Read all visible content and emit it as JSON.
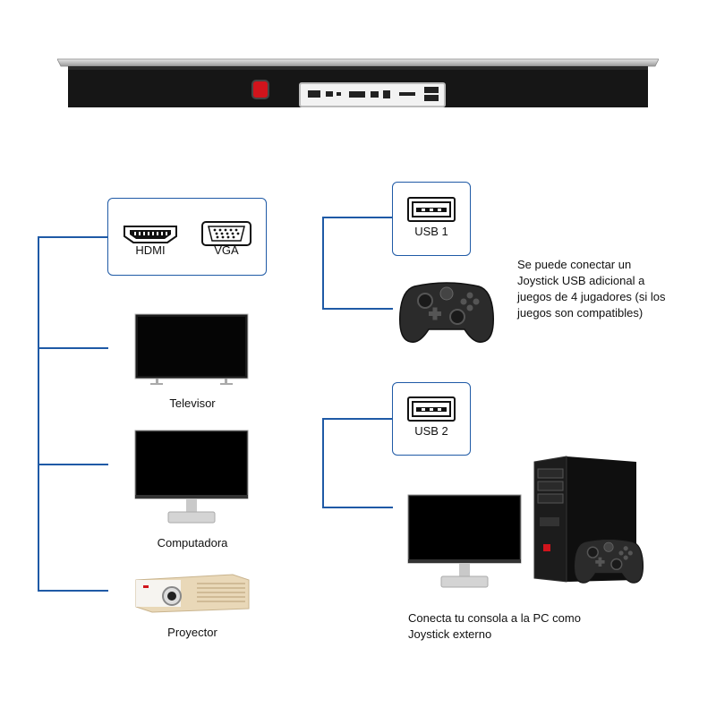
{
  "ports": {
    "hdmi": "HDMI",
    "vga": "VGA",
    "usb1": "USB 1",
    "usb2": "USB 2"
  },
  "devices": {
    "tv": "Televisor",
    "computer": "Computadora",
    "projector": "Proyector"
  },
  "notes": {
    "usb1": [
      "Se puede conectar un",
      "Joystick USB adicional a",
      "juegos de 4 jugadores (si los",
      "juegos son compatibles)"
    ],
    "usb2": [
      "Conecta tu consola a la PC como",
      "Joystick externo"
    ]
  },
  "colors": {
    "connector": "#1f5aa6",
    "power_switch": "#d0141c",
    "panel": "#151515"
  },
  "icons": {
    "hdmi": "hdmi-port-icon",
    "vga": "vga-port-icon",
    "usb": "usb-port-icon",
    "gamepad": "gamepad-icon",
    "tv": "tv-icon",
    "monitor": "monitor-icon",
    "projector": "projector-icon",
    "pc_tower": "pc-tower-icon"
  }
}
